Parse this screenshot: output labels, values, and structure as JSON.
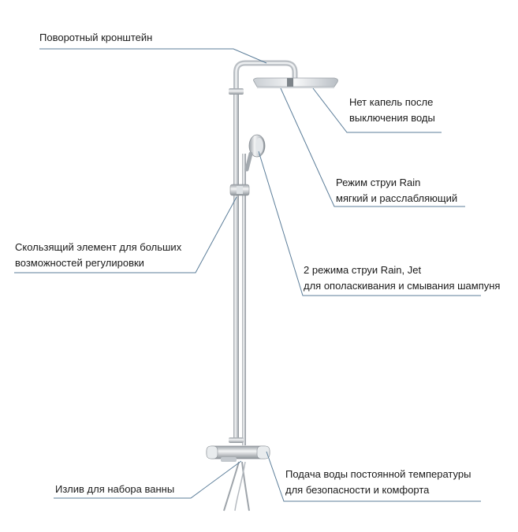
{
  "callouts": {
    "swivel_bracket": {
      "line1": "Поворотный кронштейн"
    },
    "no_drips": {
      "line1": "Нет капель после",
      "line2": "выключения воды"
    },
    "rain_mode": {
      "line1": "Режим струи Rain",
      "line2": "мягкий и расслабляющий"
    },
    "slider": {
      "line1": "Скользящий элемент для больших",
      "line2": "возможностей регулировки"
    },
    "two_modes": {
      "line1": "2 режима струи Rain, Jet",
      "line2": "для ополаскивания и смывания шампуня"
    },
    "bath_spout": {
      "line1": "Излив для набора ванны"
    },
    "thermostat": {
      "line1": "Подача воды постоянной температуры",
      "line2": "для безопасности и комфорта"
    }
  },
  "colors": {
    "leader_line": "#5b7d99",
    "underline": "#8ea6ba",
    "chrome_dark": "#8a9096",
    "chrome_light": "#f2f3f4"
  }
}
